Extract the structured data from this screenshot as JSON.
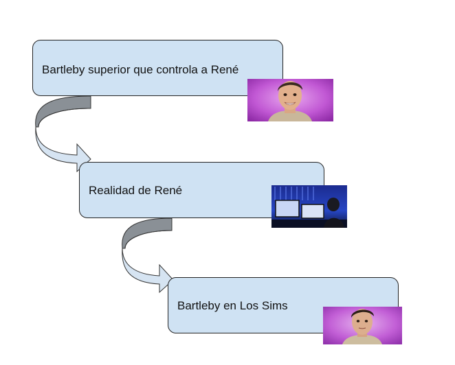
{
  "steps": [
    {
      "label": "Bartleby superior que controla a René",
      "picture": "sim-portrait-smiling"
    },
    {
      "label": "Realidad de René",
      "picture": "person-at-desktop-monitors"
    },
    {
      "label": "Bartleby en Los Sims",
      "picture": "sim-portrait-neutral"
    }
  ],
  "colors": {
    "box_fill": "#cfe2f3",
    "box_border": "#222222",
    "arrow_fill": "#d6e4f2",
    "arrow_shadow": "#8a9096"
  }
}
